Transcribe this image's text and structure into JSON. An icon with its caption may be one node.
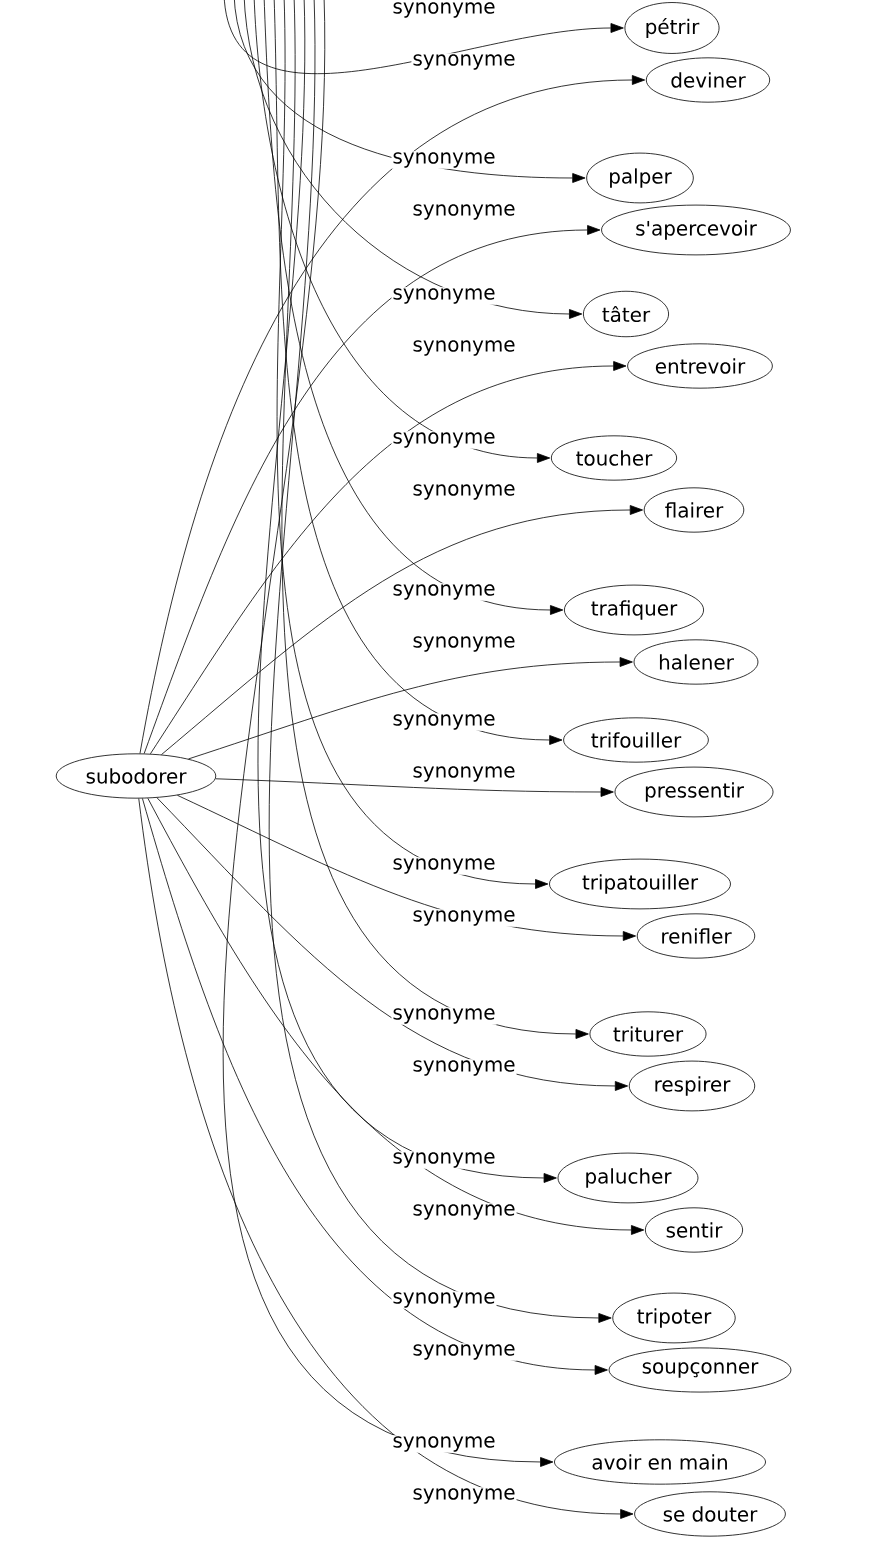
{
  "diagram": {
    "nodes": [
      {
        "text": [
          "subodorer"
        ]
      },
      {
        "text": [
          "pétrir"
        ]
      },
      {
        "text": [
          "deviner"
        ]
      },
      {
        "text": [
          "palper"
        ]
      },
      {
        "text": [
          "s'apercevoir"
        ]
      },
      {
        "text": [
          "tâter"
        ]
      },
      {
        "text": [
          "entrevoir"
        ]
      },
      {
        "text": [
          "toucher"
        ]
      },
      {
        "text": [
          "flairer"
        ]
      },
      {
        "text": [
          "trafiquer"
        ]
      },
      {
        "text": [
          "halener"
        ]
      },
      {
        "text": [
          "trifouiller"
        ]
      },
      {
        "text": [
          "pressentir"
        ]
      },
      {
        "text": [
          "tripatouiller"
        ]
      },
      {
        "text": [
          "renifler"
        ]
      },
      {
        "text": [
          "triturer"
        ]
      },
      {
        "text": [
          "respirer"
        ]
      },
      {
        "text": [
          "palucher"
        ]
      },
      {
        "text": [
          "sentir"
        ]
      },
      {
        "text": [
          "tripoter"
        ]
      },
      {
        "text": [
          "soupçonner"
        ]
      },
      {
        "text": [
          "avoir en main"
        ]
      },
      {
        "text": [
          "se douter"
        ]
      }
    ],
    "edges": [
      {
        "from": null,
        "to": 1,
        "arrow": "to",
        "label": "synonyme"
      },
      {
        "from": 0,
        "to": 2,
        "arrow": "to",
        "label": "synonyme"
      },
      {
        "from": null,
        "to": 3,
        "arrow": "to",
        "label": "synonyme"
      },
      {
        "from": 0,
        "to": 4,
        "arrow": "to",
        "label": "synonyme"
      },
      {
        "from": null,
        "to": 5,
        "arrow": "to",
        "label": "synonyme"
      },
      {
        "from": 0,
        "to": 6,
        "arrow": "to",
        "label": "synonyme"
      },
      {
        "from": null,
        "to": 7,
        "arrow": "to",
        "label": "synonyme"
      },
      {
        "from": 0,
        "to": 8,
        "arrow": "to",
        "label": "synonyme"
      },
      {
        "from": null,
        "to": 9,
        "arrow": "to",
        "label": "synonyme"
      },
      {
        "from": 0,
        "to": 10,
        "arrow": "to",
        "label": "synonyme"
      },
      {
        "from": null,
        "to": 11,
        "arrow": "to",
        "label": "synonyme"
      },
      {
        "from": 0,
        "to": 12,
        "arrow": "to",
        "label": "synonyme"
      },
      {
        "from": null,
        "to": 13,
        "arrow": "to",
        "label": "synonyme"
      },
      {
        "from": 0,
        "to": 14,
        "arrow": "to",
        "label": "synonyme"
      },
      {
        "from": null,
        "to": 15,
        "arrow": "to",
        "label": "synonyme"
      },
      {
        "from": 0,
        "to": 16,
        "arrow": "to",
        "label": "synonyme"
      },
      {
        "from": null,
        "to": 17,
        "arrow": "to",
        "label": "synonyme"
      },
      {
        "from": 0,
        "to": 18,
        "arrow": "to",
        "label": "synonyme"
      },
      {
        "from": null,
        "to": 19,
        "arrow": "to",
        "label": "synonyme"
      },
      {
        "from": 0,
        "to": 20,
        "arrow": "to",
        "label": "synonyme"
      },
      {
        "from": null,
        "to": 21,
        "arrow": "to",
        "label": "synonyme"
      },
      {
        "from": 0,
        "to": 22,
        "arrow": "to",
        "label": "synonyme"
      }
    ]
  }
}
